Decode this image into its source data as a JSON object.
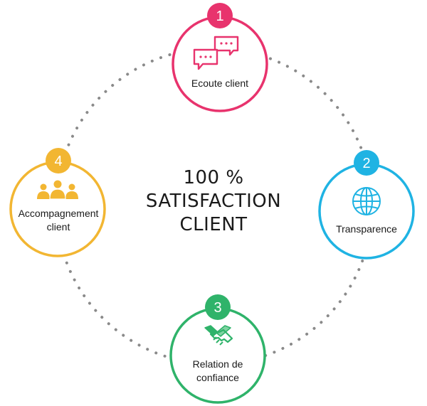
{
  "center": {
    "line1": "100 %",
    "line2": "SATISFACTION",
    "line3": "CLIENT"
  },
  "nodes": [
    {
      "number": "1",
      "label_lines": [
        "Ecoute client"
      ],
      "color": "#e8336d",
      "icon": "speech-bubbles-icon"
    },
    {
      "number": "2",
      "label_lines": [
        "Transparence"
      ],
      "color": "#1fb3e3",
      "icon": "globe-icon"
    },
    {
      "number": "3",
      "label_lines": [
        "Relation de",
        "confiance"
      ],
      "color": "#2fb36a",
      "icon": "handshake-icon"
    },
    {
      "number": "4",
      "label_lines": [
        "Accompagnement",
        "client"
      ],
      "color": "#f2b632",
      "icon": "team-icon"
    }
  ],
  "colors": {
    "dotted_ring": "#8a8a8a",
    "text": "#1a1a1a"
  }
}
